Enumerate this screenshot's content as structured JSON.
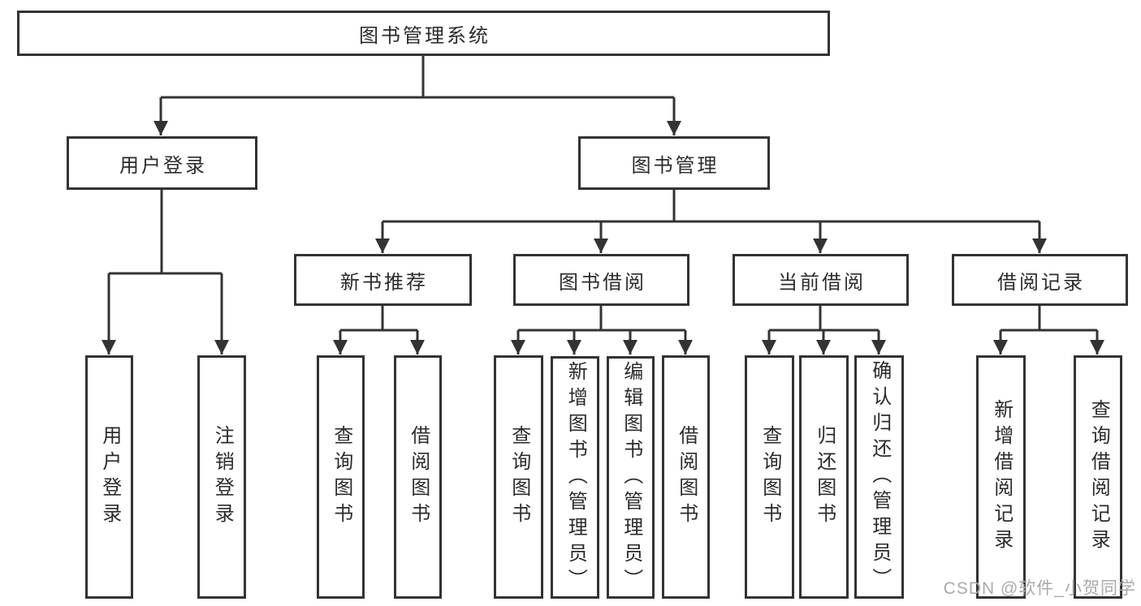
{
  "diagram": {
    "root": {
      "label": "图书管理系统",
      "children": [
        {
          "label": "用户登录",
          "children": [
            {
              "label": "用户登录"
            },
            {
              "label": "注销登录"
            }
          ]
        },
        {
          "label": "图书管理",
          "children": [
            {
              "label": "新书推荐",
              "children": [
                {
                  "label": "查询图书"
                },
                {
                  "label": "借阅图书"
                }
              ]
            },
            {
              "label": "图书借阅",
              "children": [
                {
                  "label": "查询图书"
                },
                {
                  "label": "新增图书（管理员）"
                },
                {
                  "label": "编辑图书（管理员）"
                },
                {
                  "label": "借阅图书"
                }
              ]
            },
            {
              "label": "当前借阅",
              "children": [
                {
                  "label": "查询图书"
                },
                {
                  "label": "归还图书"
                },
                {
                  "label": "确认归还（管理员）"
                }
              ]
            },
            {
              "label": "借阅记录",
              "children": [
                {
                  "label": "新增借阅记录"
                },
                {
                  "label": "查询借阅记录"
                }
              ]
            }
          ]
        }
      ]
    }
  },
  "colors": {
    "line": "#333333",
    "text": "#2b2b2b",
    "background": "#ffffff",
    "watermark": "#aaaaaa"
  },
  "watermark": {
    "text": "CSDN @软件_小贺同学"
  }
}
